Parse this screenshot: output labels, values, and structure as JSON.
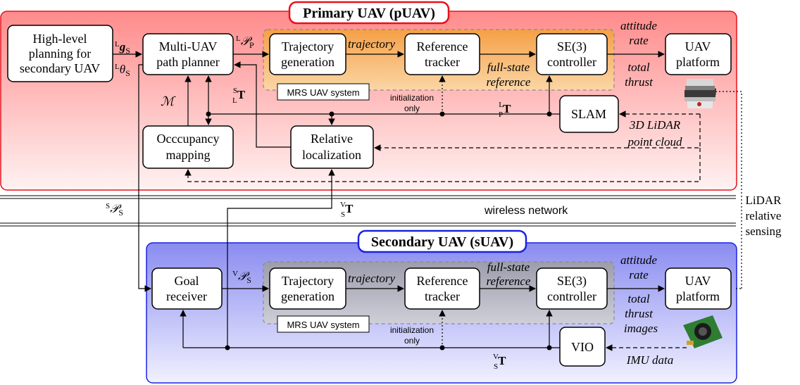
{
  "colors": {
    "primary_border": "#e8101a",
    "secondary_border": "#1a22e0",
    "mrs_primary_fill": "#f4a54c",
    "mrs_secondary_fill": "#a6a6b4"
  },
  "primary_title": "Primary UAV (pUAV)",
  "secondary_title": "Secondary UAV (sUAV)",
  "primary": {
    "high_level": [
      "High-level",
      "planning for",
      "secondary UAV"
    ],
    "planner": [
      "Multi-UAV",
      "path planner"
    ],
    "trajgen": [
      "Trajectory",
      "generation"
    ],
    "reftracker": [
      "Reference",
      "tracker"
    ],
    "se3": [
      "SE(3)",
      "controller"
    ],
    "uav": [
      "UAV",
      "platform"
    ],
    "slam": "SLAM",
    "occupancy": [
      "Occcupancy",
      "mapping"
    ],
    "relloc": [
      "Relative",
      "localization"
    ],
    "mrs": "MRS UAV system",
    "trajectory": "trajectory",
    "fullstate": [
      "full-state",
      "reference"
    ],
    "attitude": [
      "attitude",
      "rate"
    ],
    "thrust": [
      "total",
      "thrust"
    ],
    "init": [
      "initialization",
      "only"
    ],
    "lidar": [
      "3D LiDAR",
      "point cloud"
    ]
  },
  "secondary": {
    "goal": [
      "Goal",
      "receiver"
    ],
    "trajgen": [
      "Trajectory",
      "generation"
    ],
    "reftracker": [
      "Reference",
      "tracker"
    ],
    "se3": [
      "SE(3)",
      "controller"
    ],
    "uav": [
      "UAV",
      "platform"
    ],
    "vio": "VIO",
    "mrs": "MRS UAV system",
    "trajectory": "trajectory",
    "fullstate": [
      "full-state",
      "reference"
    ],
    "attitude": [
      "attitude",
      "rate"
    ],
    "thrust": [
      "total",
      "thrust"
    ],
    "init": [
      "initialization",
      "only"
    ],
    "images": "images",
    "imu": "IMU data"
  },
  "wireless": "wireless network",
  "lidar_sensing": [
    "LiDAR",
    "relative",
    "sensing"
  ]
}
